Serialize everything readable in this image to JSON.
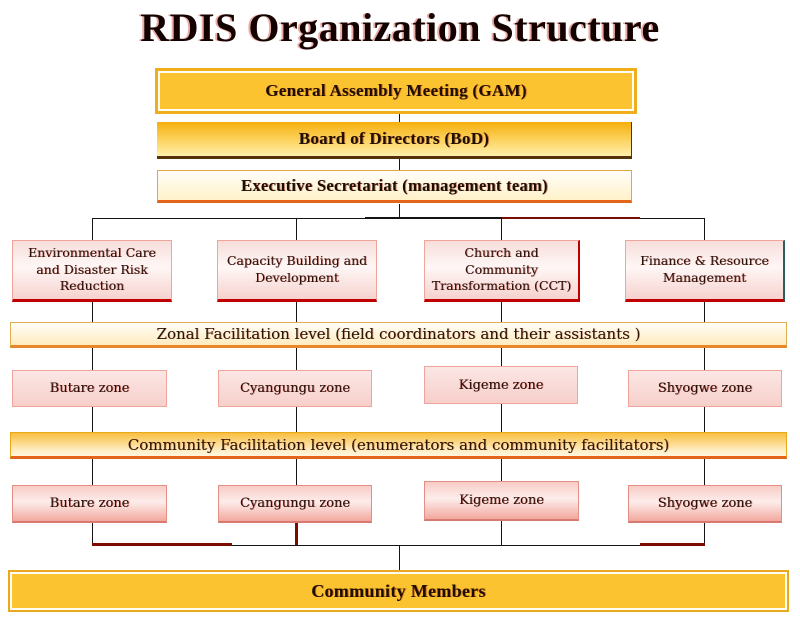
{
  "title": "RDIS Organization Structure",
  "hierarchy": {
    "gam": "General Assembly Meeting (GAM)",
    "bod": "Board of Directors (BoD)",
    "exec": "Executive Secretariat (management team)"
  },
  "departments": [
    "Environmental Care and Disaster Risk Reduction",
    "Capacity Building and Development",
    "Church and Community Transformation (CCT)",
    "Finance & Resource Management"
  ],
  "zonal_level_bar": "Zonal Facilitation level (field coordinators and their assistants )",
  "zones_level1": [
    "Butare zone",
    "Cyangungu zone",
    "Kigeme zone",
    "Shyogwe zone"
  ],
  "community_level_bar": "Community Facilitation level (enumerators and community facilitators)",
  "zones_level2": [
    "Butare zone",
    "Cyangungu zone",
    "Kigeme zone",
    "Shyogwe zone"
  ],
  "bottom_bar": "Community Members",
  "colors": {
    "gold": "#FBC32F",
    "gold_border": "#E9A91C",
    "cream": "#FFF3D2",
    "orange_edge": "#E2651B",
    "dark_brown_edge": "#56320A",
    "pink_light": "#FAE3E1",
    "pink_deep": "#F2A89E",
    "pink_border": "#EFA49C",
    "red_edge": "#C00000",
    "connector_line": "#141414",
    "dark_red_line": "#7B0C00"
  }
}
